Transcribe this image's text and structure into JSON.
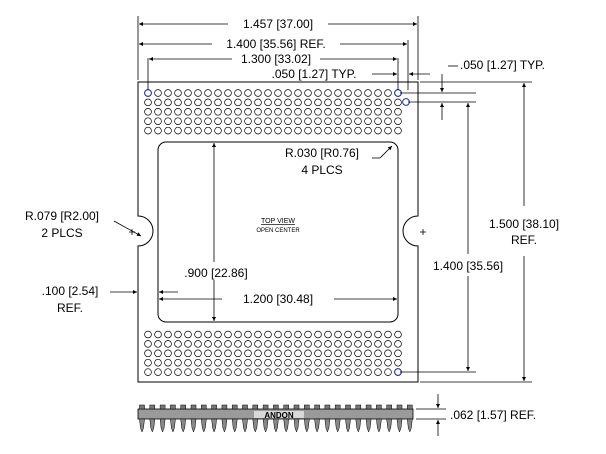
{
  "drawing": {
    "dimensions": {
      "overall_width": "1.457 [37.00]",
      "pin_span_ref": "1.400 [35.56] REF.",
      "pin_span": "1.300 [33.02]",
      "pitch_typ_top": ".050 [1.27] TYP.",
      "pitch_typ_right": ".050 [1.27] TYP.",
      "corner_radius": "R.030 [R0.76]",
      "corner_radius_note": "4 PLCS",
      "notch_radius": "R.079 [R2.00]",
      "notch_radius_note": "2 PLCS",
      "opening_height": ".900 [22.86]",
      "opening_width": "1.200 [30.48]",
      "edge_offset": ".100 [2.54]",
      "edge_offset_note": "REF.",
      "overall_height": "1.500 [38.10]",
      "overall_height_note": "REF.",
      "pin_span_vertical": "1.400 [35.56]",
      "thickness": ".062 [1.57] REF."
    },
    "labels": {
      "top_view": "TOP VIEW",
      "open_center": "OPEN CENTER",
      "brand": "ANDON"
    },
    "pin_grid": {
      "columns": 26,
      "rows_per_block": 5,
      "pitch_in": 0.05
    },
    "colors": {
      "line": "#000000",
      "pin_marker": "#1a2fbf",
      "background": "#ffffff"
    }
  }
}
